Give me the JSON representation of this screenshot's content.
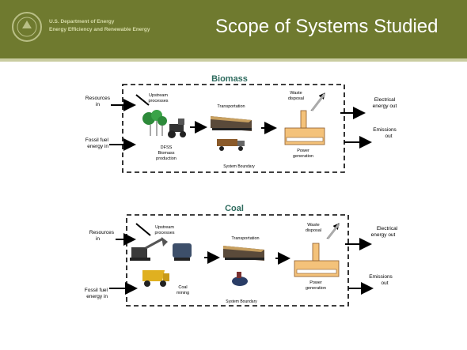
{
  "header": {
    "agency_line1": "U.S. Department of Energy",
    "agency_line2": "Energy Efficiency and Renewable Energy",
    "title": "Scope of Systems Studied"
  },
  "biomass": {
    "title": "Biomass",
    "resources_in": [
      "Resources",
      "in"
    ],
    "fossil_in": [
      "Fossil fuel",
      "energy in"
    ],
    "upstream": [
      "Upstream",
      "processes"
    ],
    "production": [
      "DFSS",
      "Biomass",
      "production"
    ],
    "transportation": "Transportation",
    "waste": [
      "Waste",
      "disposal"
    ],
    "power": [
      "Power",
      "generation"
    ],
    "boundary": "System Boundary",
    "electrical_out": [
      "Electrical",
      "energy out"
    ],
    "emissions_out": [
      "Emissions",
      "out"
    ]
  },
  "coal": {
    "title": "Coal",
    "resources_in": [
      "Resources",
      "in"
    ],
    "fossil_in": [
      "Fossil fuel",
      "energy in"
    ],
    "upstream": [
      "Upstream",
      "processes"
    ],
    "mining": [
      "Coal",
      "mining"
    ],
    "transportation": "Transportation",
    "waste": [
      "Waste",
      "disposal"
    ],
    "power": [
      "Power",
      "generation"
    ],
    "boundary": "System Boundary",
    "electrical_out": [
      "Electrical",
      "energy out"
    ],
    "emissions_out": [
      "Emissions",
      "out"
    ]
  },
  "colors": {
    "header": "#6f7a2f",
    "accent_text": "#2e6b5e",
    "plant": "#f4c27a"
  },
  "icons": [
    "doe-seal-icon",
    "tree-icon",
    "tractor-icon",
    "train-icon",
    "truck-icon",
    "power-plant-icon",
    "waste-arrow-icon",
    "excavator-icon",
    "dump-truck-icon",
    "coal-hopper-icon",
    "barge-icon"
  ]
}
